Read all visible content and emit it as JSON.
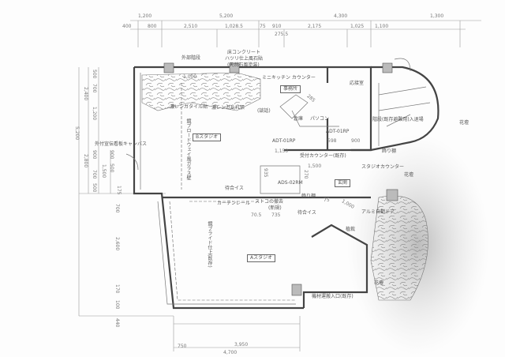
{
  "rooms": {
    "studio_b": "Bスタジオ",
    "studio_a": "Aスタジオ",
    "office": "事務所",
    "reception_room": "応接室",
    "lounge": "(談話)",
    "storage": "倉庫",
    "pc": "パソコン",
    "kitchen": "ミニキッチン  カウンター",
    "entrance": "玄関"
  },
  "notes": {
    "floor_1": "床コンクリート",
    "floor_2": "ハツリ仕上風石貼",
    "floor_3": "(天然石風塗装)",
    "outer_stairs": "外部階段",
    "brick_tile": "濃レンガタイル貼",
    "brick_random": "濃レンガ乱れ張",
    "canvas": "外付宣伝看板キャンバス",
    "reception_counter": "受付カウンター(既存)",
    "door_1": "ADT-01RP",
    "door_2": "ADT-01RP",
    "door_3": "ADS-02RM",
    "waiting_chair_1": "待合イス",
    "waiting_chair_2": "待合イス",
    "curtain_rail": "カーテンレール",
    "removal": "ストコの撤去",
    "removal_new": "(新規)",
    "display_shelf": "飾り棚",
    "display_shelf_2": "飾り棚",
    "auto_door": "アルミ自動ドア",
    "planting": "植栽",
    "stairs": "階段(既存避難用)入退場",
    "studio_counter": "スタジオカウンター",
    "flowerbed_1": "花壇",
    "flowerbed_2": "花壇",
    "flowerbed_3": "花壇",
    "equipment_entry": "機材運搬入口(既存)",
    "wall_b": "鏡ブロードウェイ風ガラス壁",
    "wall_a": "鏡ブライド仕上(既存)"
  },
  "dimensions": {
    "top_total": [
      "1,200",
      "5,200",
      "4,300",
      "1,300"
    ],
    "top_detail": [
      "400",
      "800",
      "2,510",
      "1,028.5",
      "75",
      "910",
      "2,175",
      "1,025",
      "1,100"
    ],
    "top_sub": "275.5",
    "left_total": "5,200",
    "left_mid": [
      "2,400",
      "2,800"
    ],
    "left_detail": [
      "500",
      "700",
      "1,200",
      "900",
      "700",
      "500"
    ],
    "left_inner": [
      "1,500",
      "500",
      "900",
      "175"
    ],
    "left_lower": [
      "700",
      "2,600",
      "170",
      "100",
      "440"
    ],
    "bottom": [
      "750",
      "3,950",
      "4,700"
    ],
    "interior": [
      "1,000",
      "285",
      "1,150",
      "1,500",
      "598",
      "900",
      "935",
      "270",
      "70.5",
      "735",
      "1,000",
      "75"
    ]
  }
}
